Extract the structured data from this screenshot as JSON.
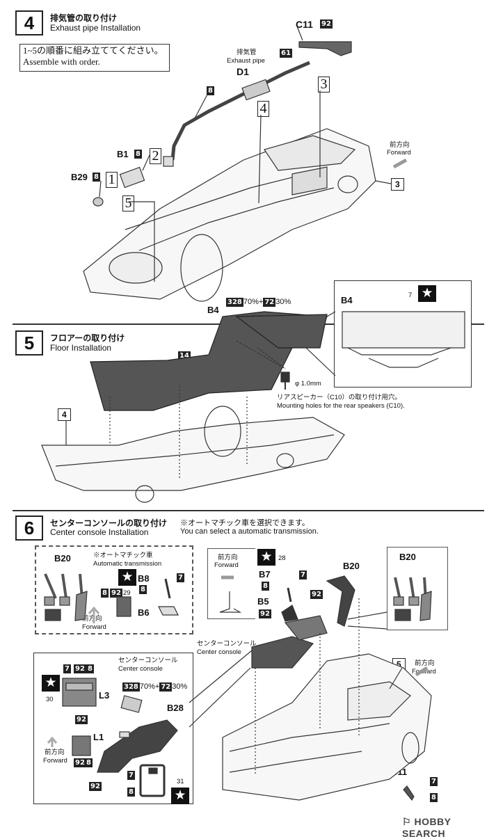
{
  "step4": {
    "number": "4",
    "title_jp": "排気管の取り付け",
    "title_en": "Exhaust pipe Installation",
    "note_jp": "1~5の順番に組み立ててください。",
    "note_en": "Assemble with order.",
    "exhaust_label_jp": "排気管",
    "exhaust_label_en": "Exhaust pipe",
    "parts": {
      "c11": "C11",
      "c11_color": "92",
      "d1": "D1",
      "d1_color": "61",
      "pipe_color": "8",
      "b1": "B1",
      "b1_color": "8",
      "b29": "B29",
      "b29_color": "8"
    },
    "order_numbers": [
      "1",
      "2",
      "3",
      "4",
      "5"
    ],
    "forward_jp": "前方向",
    "forward_en": "Forward",
    "ref_step": "3"
  },
  "step5": {
    "number": "5",
    "title_jp": "フロアーの取り付け",
    "title_en": "Floor Installation",
    "b4": "B4",
    "color_mix": {
      "c1": "328",
      "p1": "70%",
      "plus": "+",
      "c2": "72",
      "p2": "30%"
    },
    "inset_b4": "B4",
    "inset_hole": "7",
    "floor_color": "14",
    "drill": "φ 1.0mm",
    "speaker_jp": "リアスピーカー（C10）の取り付け用穴。",
    "speaker_en": "Mounting holes for the rear speakers (C10).",
    "ref_step": "4"
  },
  "step6": {
    "number": "6",
    "title_jp": "センターコンソールの取り付け",
    "title_en": "Center console Installation",
    "note_jp": "※オートマチック車を選択できます。",
    "note_en": "You can select a automatic transmission.",
    "auto_box": {
      "b20": "B20",
      "title_jp": "※オートマチック車",
      "title_en": "Automatic transmission",
      "b8": "B8",
      "b8_color": "7",
      "b8_color2": "8",
      "b6": "B6",
      "colors": [
        "8",
        "92",
        "29"
      ],
      "forward_jp": "前方向",
      "forward_en": "Forward"
    },
    "manual": {
      "forward_jp": "前方向",
      "forward_en": "Forward",
      "b7": "B7",
      "b7_top": "28",
      "b7_color": "7",
      "b7_color2": "8",
      "b5": "B5",
      "b5_color": "92",
      "b20": "B20",
      "b20_color": "92",
      "b20_right": "B20"
    },
    "console_label_jp": "センターコンソール",
    "console_label_en": "Center console",
    "console_box": {
      "title_jp": "センターコンソール",
      "title_en": "Center console",
      "top_colors": [
        "7",
        "92",
        "8"
      ],
      "side_30": "30",
      "bottom_92": "92",
      "l3": "L3",
      "color_mix": {
        "c1": "328",
        "p1": "70%",
        "plus": "+",
        "c2": "72",
        "p2": "30%"
      },
      "b28": "B28",
      "l1": "L1",
      "forward_jp": "前方向",
      "forward_en": "Forward",
      "small_colors": [
        "92",
        "8"
      ],
      "left_92": "92",
      "c7": "7",
      "c8": "8",
      "c31": "31"
    },
    "ref_step": "5",
    "forward_jp": "前方向",
    "forward_en": "Forward",
    "b11": "B11",
    "b11_c1": "7",
    "b11_c2": "8"
  },
  "watermark": "HOBBY SEARCH"
}
